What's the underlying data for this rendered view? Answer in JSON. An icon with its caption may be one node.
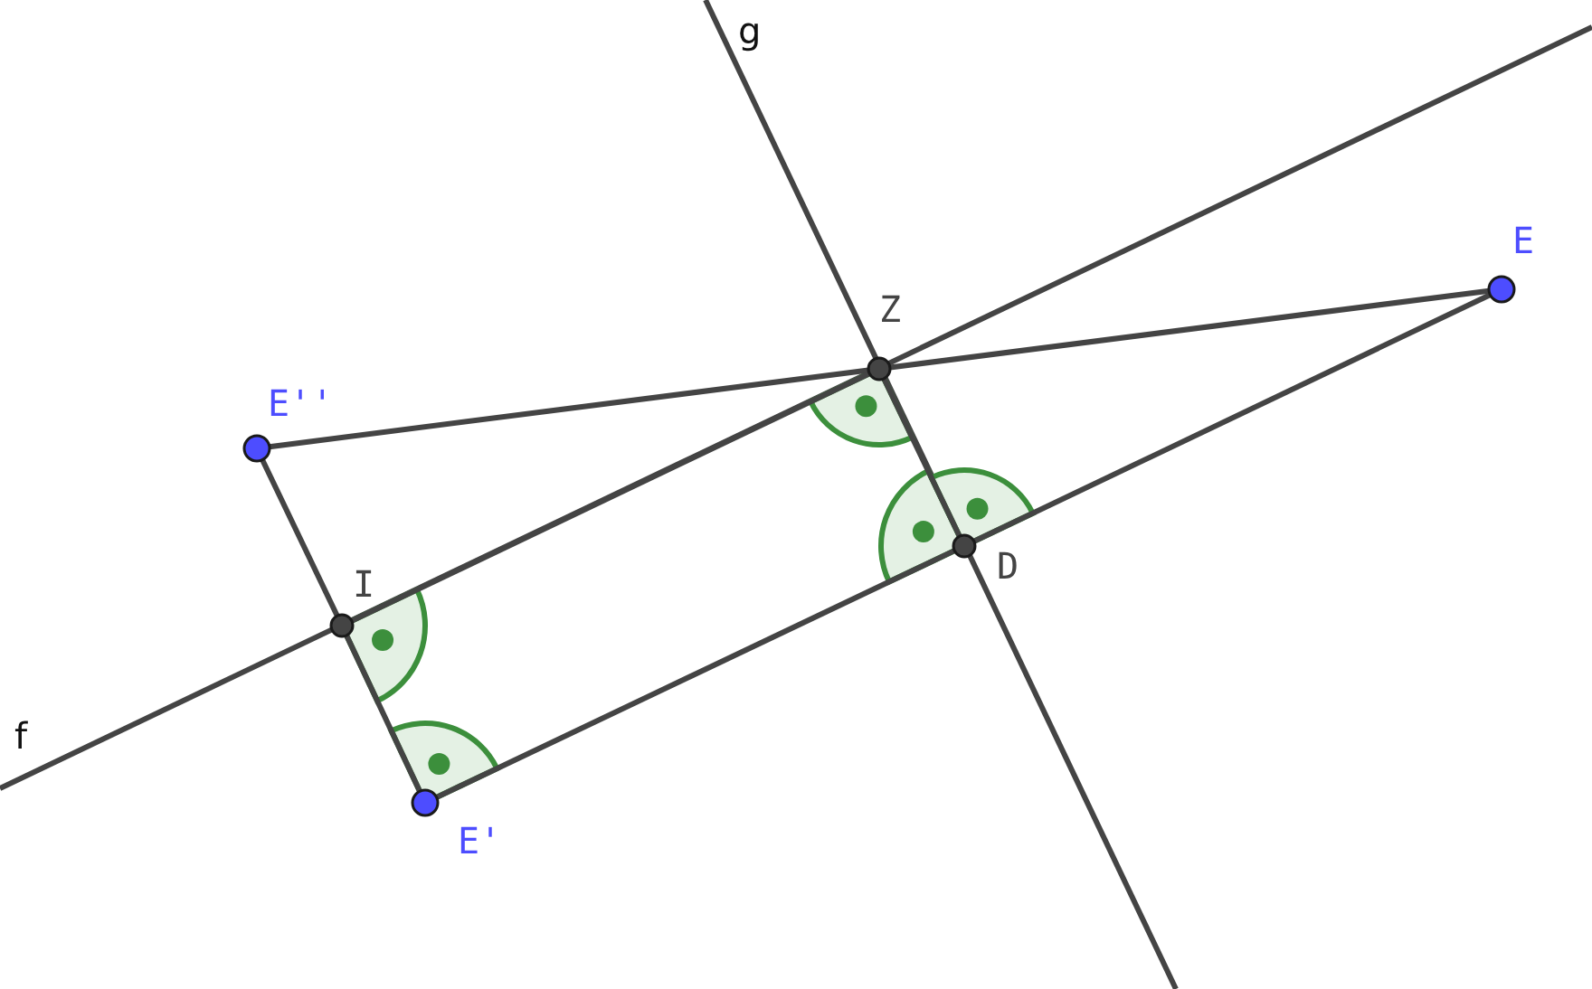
{
  "diagram": {
    "nodes": [
      {
        "text": [
          "E''"
        ]
      },
      {
        "text": [
          "Z"
        ]
      },
      {
        "text": [
          "E"
        ]
      },
      {
        "text": [
          "I"
        ]
      },
      {
        "text": [
          "D"
        ]
      },
      {
        "text": [
          "E'"
        ]
      }
    ],
    "edges": [
      {
        "from": 0,
        "to": 1,
        "arrow": "none"
      },
      {
        "from": 1,
        "to": 2,
        "arrow": "none"
      },
      {
        "from": 0,
        "to": 3,
        "arrow": "none"
      },
      {
        "from": 3,
        "to": 5,
        "arrow": "none"
      },
      {
        "from": 5,
        "to": 4,
        "arrow": "none"
      },
      {
        "from": 4,
        "to": 2,
        "arrow": "none"
      },
      {
        "from": 3,
        "to": 1,
        "arrow": "none"
      },
      {
        "from": 1,
        "to": 4,
        "arrow": "none"
      }
    ],
    "labels": [
      "g",
      "f"
    ]
  }
}
